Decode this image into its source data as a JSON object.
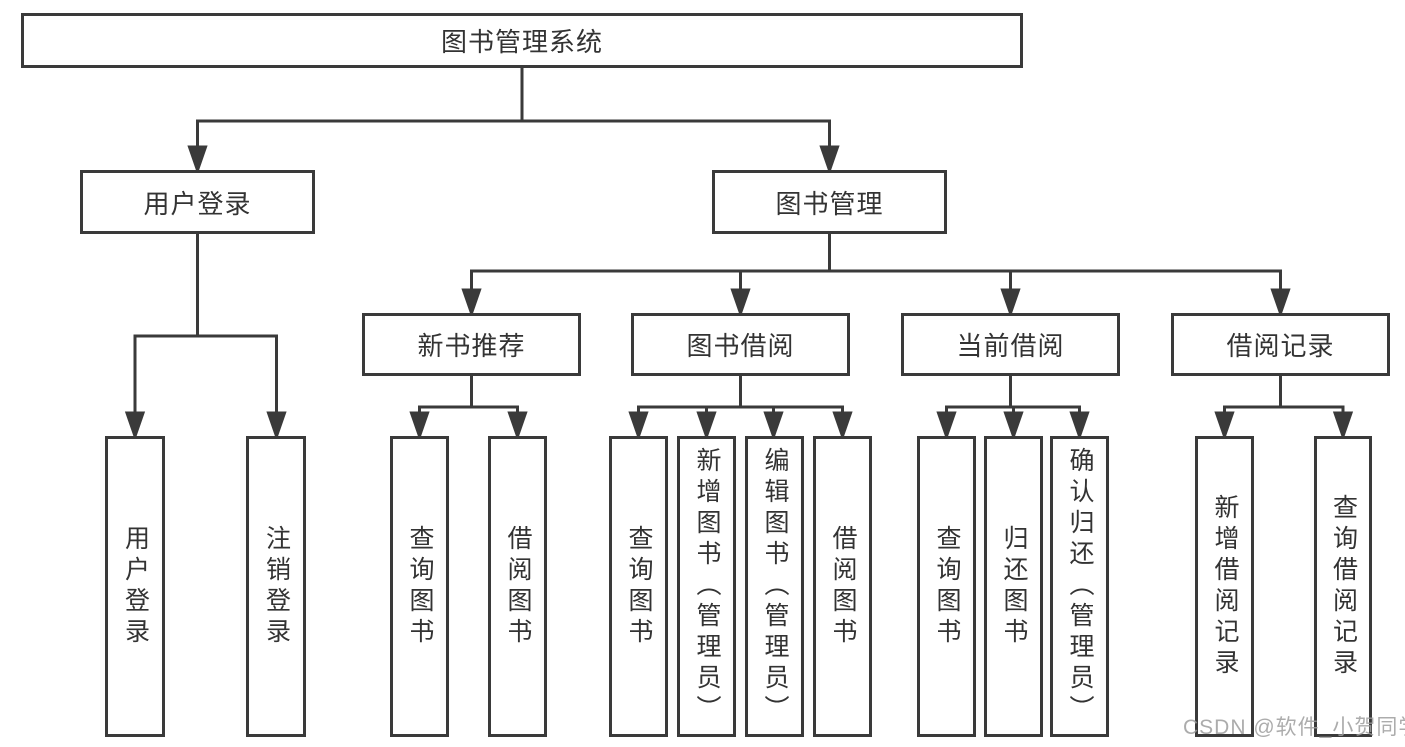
{
  "tree": {
    "root": {
      "label": "图书管理系统"
    },
    "level2": [
      {
        "label": "用户登录",
        "children": [
          {
            "label": "用户登录"
          },
          {
            "label": "注销登录"
          }
        ]
      },
      {
        "label": "图书管理",
        "children": [
          {
            "label": "新书推荐",
            "children": [
              {
                "label": "查询图书"
              },
              {
                "label": "借阅图书"
              }
            ]
          },
          {
            "label": "图书借阅",
            "children": [
              {
                "label": "查询图书"
              },
              {
                "label": "新增图书（管理员）"
              },
              {
                "label": "编辑图书（管理员）"
              },
              {
                "label": "借阅图书"
              }
            ]
          },
          {
            "label": "当前借阅",
            "children": [
              {
                "label": "查询图书"
              },
              {
                "label": "归还图书"
              },
              {
                "label": "确认归还（管理员）"
              }
            ]
          },
          {
            "label": "借阅记录",
            "children": [
              {
                "label": "新增借阅记录"
              },
              {
                "label": "查询借阅记录"
              }
            ]
          }
        ]
      }
    ]
  },
  "watermark": {
    "text": "CSDN @软件_小贺同学"
  },
  "colors": {
    "line": "#3a3a3a",
    "box_border": "#3a3a3a",
    "box_fill": "#ffffff",
    "text": "#333333",
    "watermark": "#9e9e9e",
    "background": "#ffffff"
  }
}
